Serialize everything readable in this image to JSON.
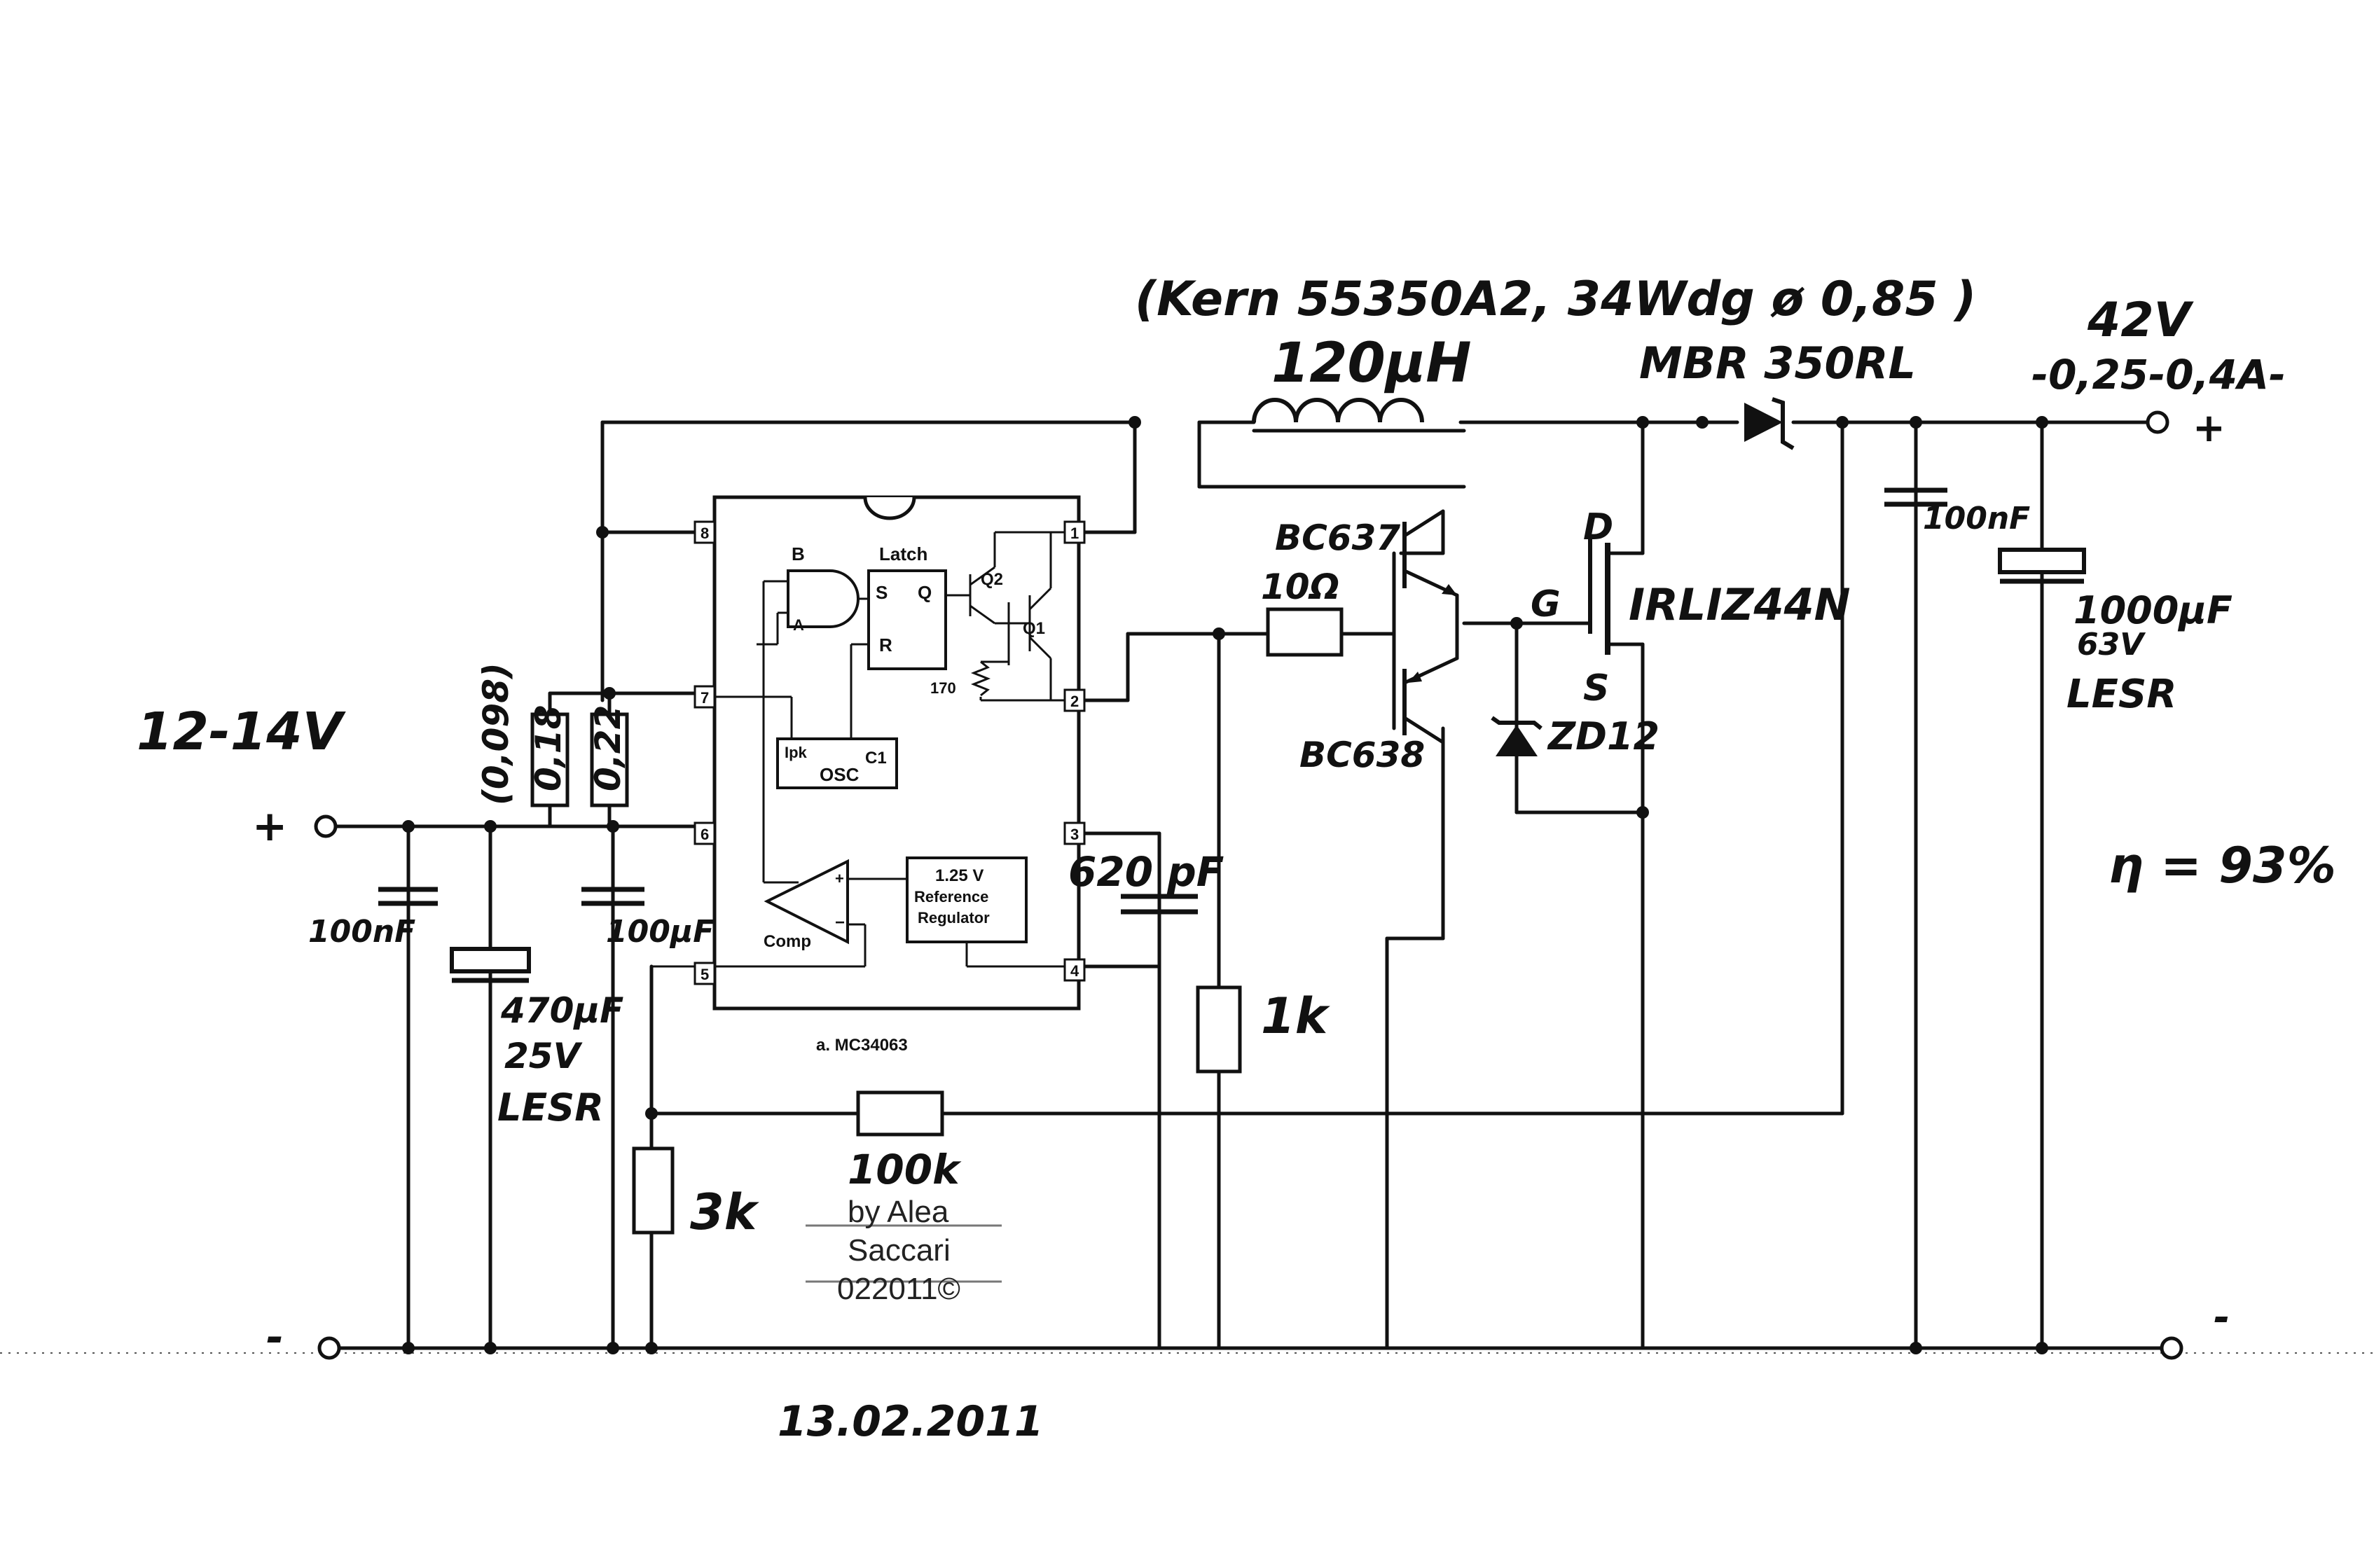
{
  "schematic": {
    "input": {
      "voltage": "12-14V",
      "plus": "+",
      "minus": "-"
    },
    "output": {
      "voltage": "42V",
      "current": "-0,25-0,4A-",
      "plus": "+",
      "minus": "-"
    },
    "core_note": "(Kern 55350A2, 34Wdg ø 0,85 )",
    "inductor": "120µH",
    "diode": "MBR 350RL",
    "mosfet": "IRLIZ44N",
    "mosfet_pins": {
      "drain": "D",
      "gate": "G",
      "source": "S"
    },
    "zener": "ZD12",
    "transistor_npn": "BC637",
    "transistor_pnp": "BC638",
    "r_gate": "10Ω",
    "r_pulldown": "1k",
    "r_feedback_top": "100k",
    "r_feedback_bottom": "3k",
    "r_sense_1": "0,18",
    "r_sense_2": "0,22",
    "r_sense_total": "(0,098)",
    "c_in_1": "100nF",
    "c_in_2": "470µF",
    "c_in_2_rating": "25V",
    "c_in_2_type": "LESR",
    "c_in_3": "100µF",
    "c_timing": "620 pF",
    "c_out_1": "100nF",
    "c_out_2": "1000µF",
    "c_out_2_rating": "63V",
    "c_out_2_type": "LESR",
    "efficiency": "η = 93%",
    "date": "13.02.2011",
    "signature": [
      "by Alea",
      "Saccari",
      "022011©"
    ]
  },
  "ic": {
    "name": "a. MC34063",
    "latch": "Latch",
    "gate_b": "B",
    "gate_a": "A",
    "s": "S",
    "q": "Q",
    "r": "R",
    "q1": "Q1",
    "q2": "Q2",
    "r170": "170",
    "ipk": "Ipk",
    "osc": "OSC",
    "c1": "C1",
    "comp": "Comp",
    "ref1": "1.25 V",
    "ref2": "Reference",
    "ref3": "Regulator",
    "pins": [
      "8",
      "7",
      "6",
      "5",
      "1",
      "2",
      "3",
      "4"
    ]
  }
}
